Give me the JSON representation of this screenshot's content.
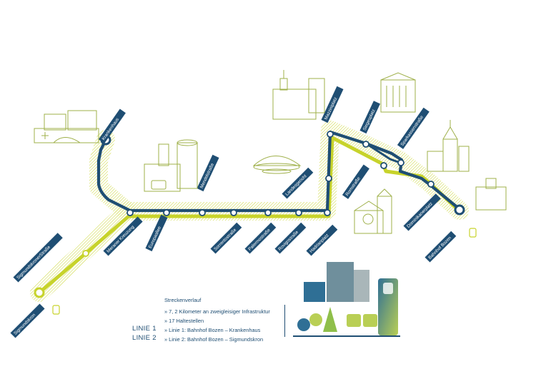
{
  "colors": {
    "line1": "#1f4e73",
    "line2": "#c7d32b",
    "buildings": "#9fb04a",
    "label_bg": "#1f4e73"
  },
  "legend": {
    "heading": "Streckenverlauf",
    "items": [
      "» 7, 2 Kilometer an zweigleisiger Infrastruktur",
      "» 17 Haltestellen",
      "» Linie 1: Bahnhof Bozen – Krankenhaus",
      "» Linie 2: Bahnhof Bozen – Sigmundskron"
    ],
    "line1_name": "LINIE 1",
    "line2_name": "LINIE 2"
  },
  "stations": [
    {
      "name": "Sigmundskron",
      "lines": [
        2
      ],
      "terminus": true
    },
    {
      "name": "SigmundskronerStraße",
      "lines": [
        2
      ]
    },
    {
      "name": "Meraner Kreuzung",
      "lines": [
        1,
        2
      ]
    },
    {
      "name": "Krankenhaus",
      "lines": [
        1
      ],
      "terminus": true
    },
    {
      "name": "Europaallee",
      "lines": [
        1,
        2
      ]
    },
    {
      "name": "Mendelstraße",
      "lines": [
        1,
        2
      ]
    },
    {
      "name": "Sorrentostraße",
      "lines": [
        1,
        2
      ]
    },
    {
      "name": "Palermostraße",
      "lines": [
        1,
        2
      ]
    },
    {
      "name": "Rovigostraße",
      "lines": [
        1,
        2
      ]
    },
    {
      "name": "Hadrianplatz",
      "lines": [
        1,
        2
      ]
    },
    {
      "name": "Landesgericht",
      "lines": [
        1,
        2
      ]
    },
    {
      "name": "Mazziniplatz",
      "lines": [
        1,
        2
      ]
    },
    {
      "name": "Siegesplatz",
      "lines": [
        1,
        2
      ]
    },
    {
      "name": "Romstraße",
      "lines": [
        1,
        2
      ]
    },
    {
      "name": "Sparkassenstraße",
      "lines": [
        1,
        2
      ]
    },
    {
      "name": "Dominikanerplatz",
      "lines": [
        1,
        2
      ]
    },
    {
      "name": "Bahnhof Bozen",
      "lines": [
        1,
        2
      ],
      "terminus": true
    }
  ]
}
